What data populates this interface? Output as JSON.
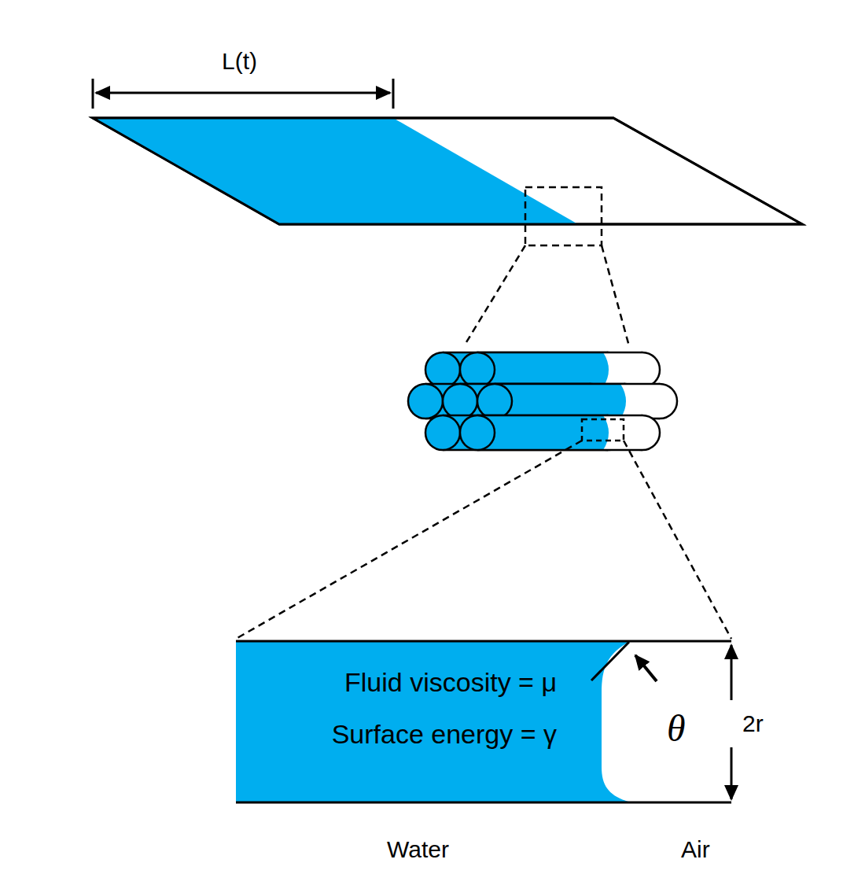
{
  "diagram": {
    "nodes": [
      {
        "text": [
          "Fluid viscosity = μ",
          "Surface energy = γ",
          "θ"
        ]
      }
    ],
    "labels": [
      "L(t)",
      "2r",
      "Water",
      "Air"
    ]
  }
}
